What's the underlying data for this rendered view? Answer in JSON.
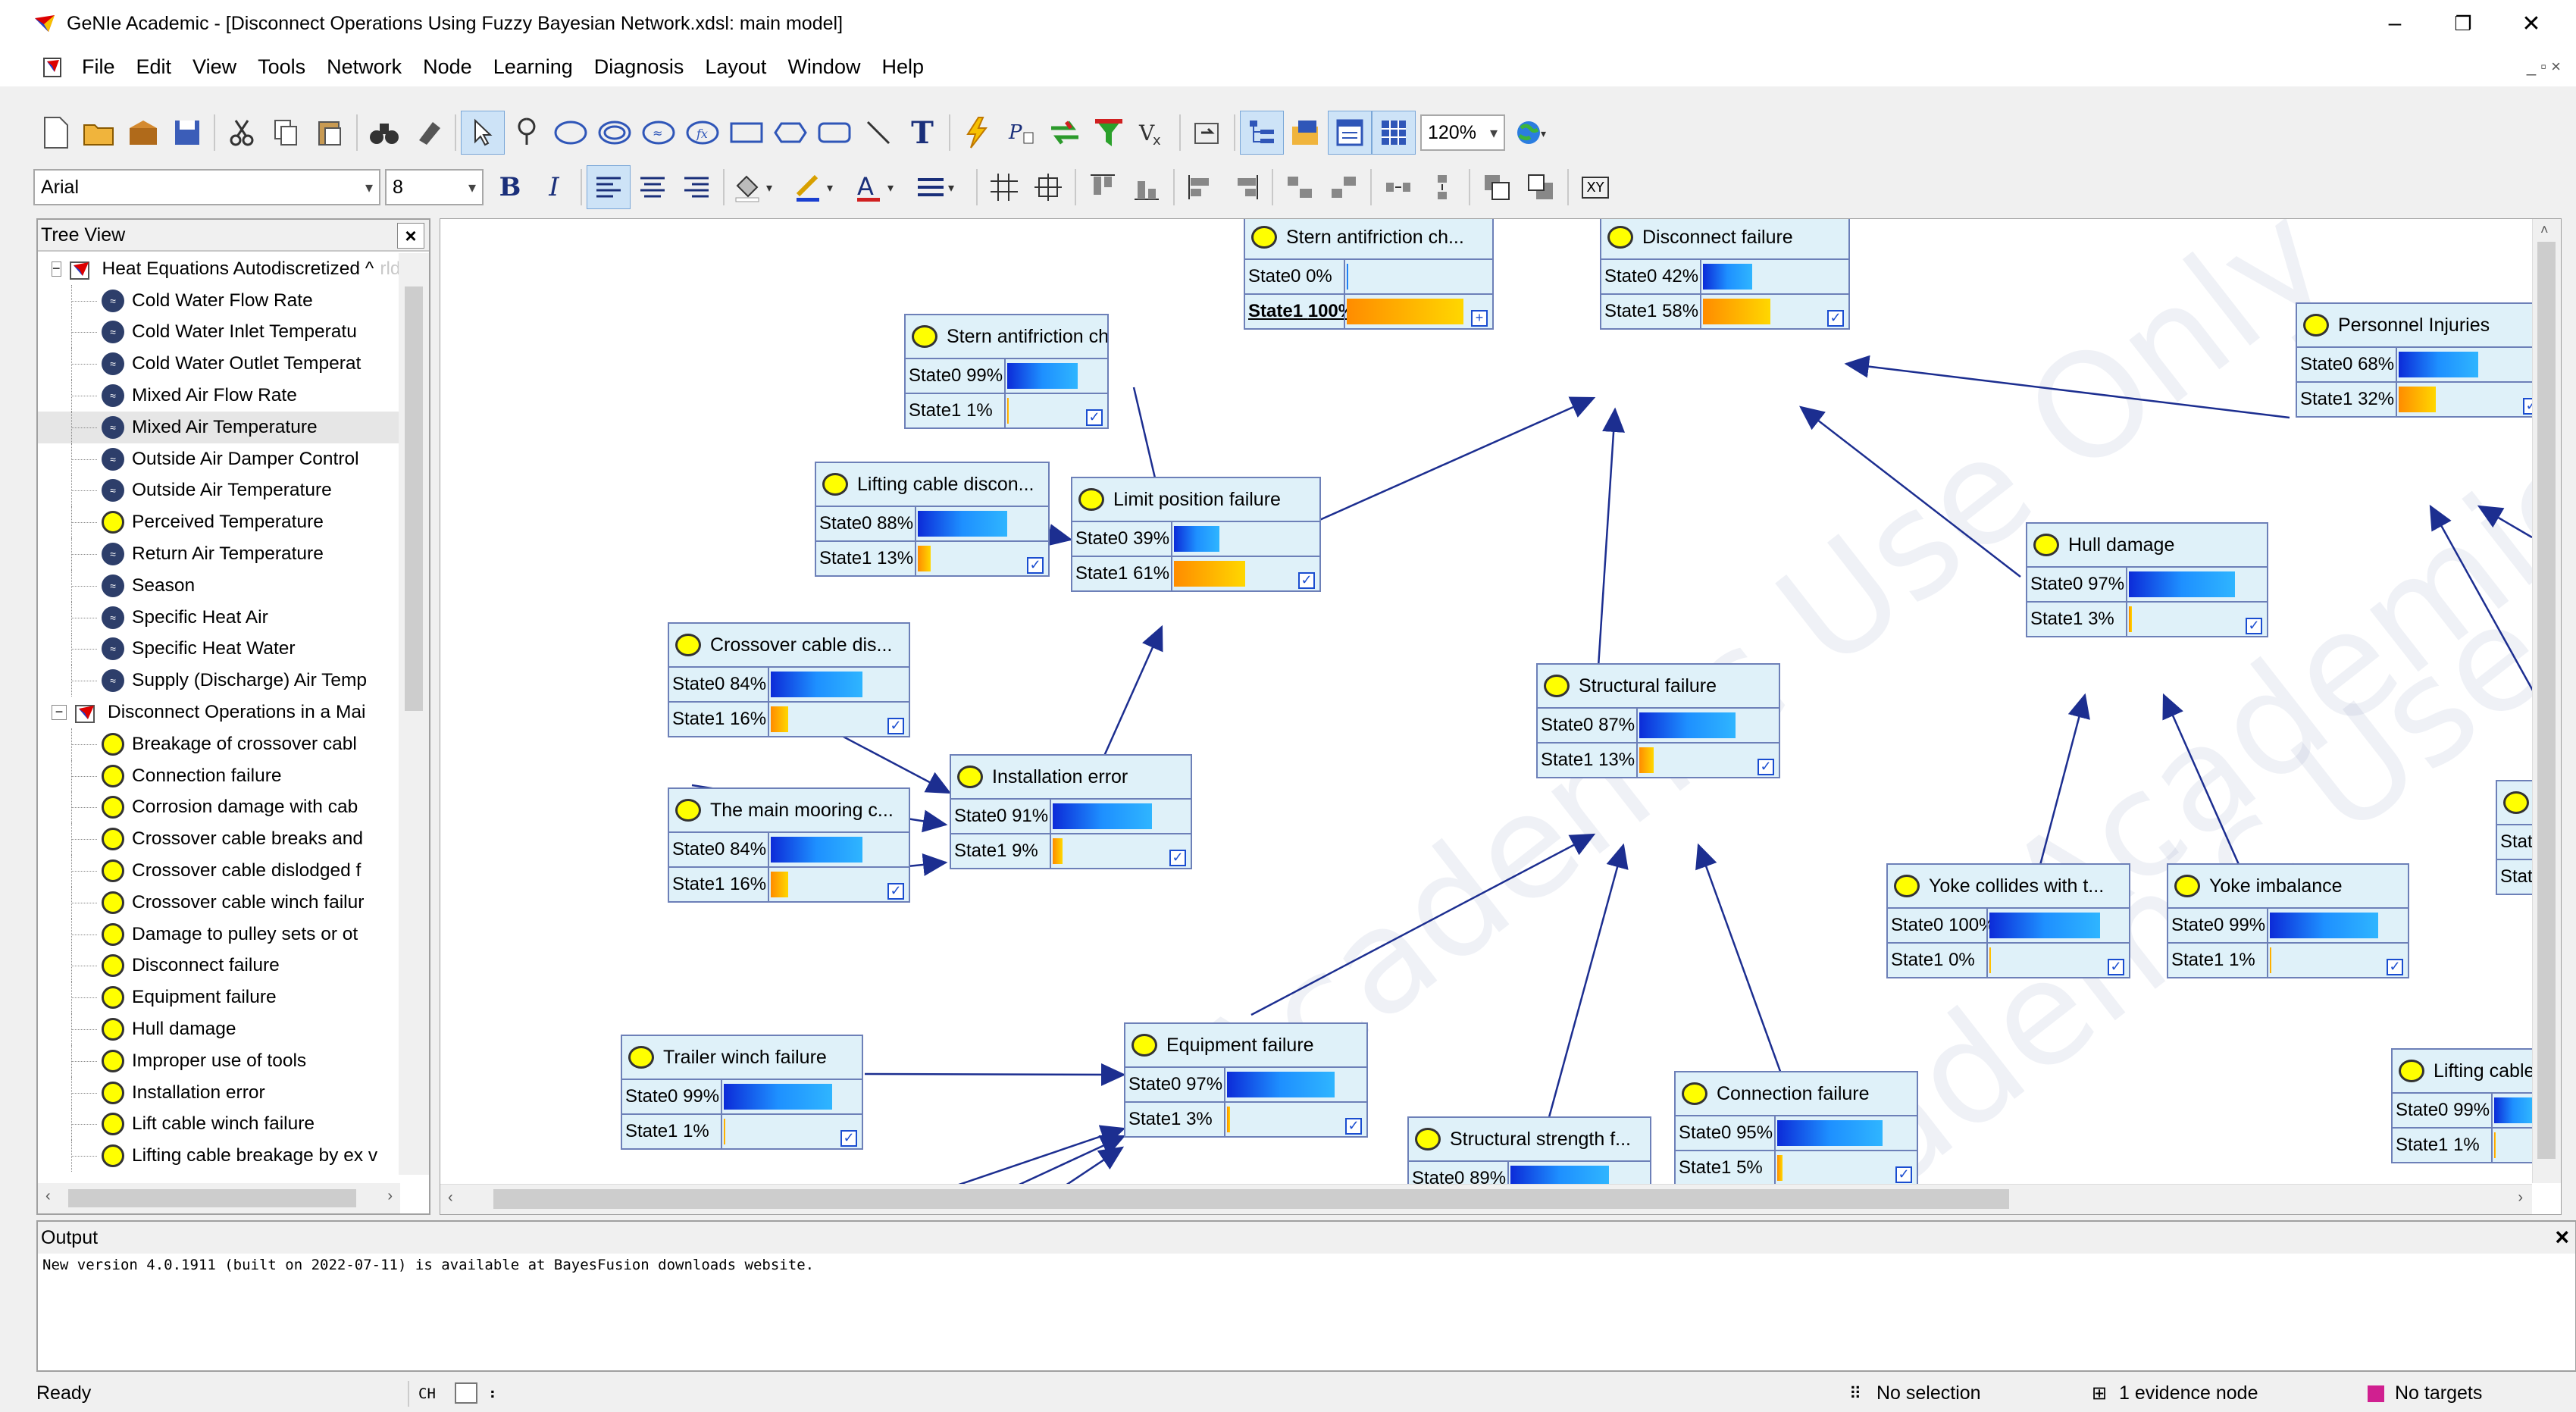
{
  "window": {
    "title": "GeNIe Academic - [Disconnect Operations  Using Fuzzy Bayesian Network.xdsl: main model]",
    "minimize": "–",
    "restore": "❐",
    "close": "✕",
    "mdi_controls": "_ ▫ ×"
  },
  "menu": [
    "File",
    "Edit",
    "View",
    "Tools",
    "Network",
    "Node",
    "Learning",
    "Diagnosis",
    "Layout",
    "Window",
    "Help"
  ],
  "toolbar": {
    "zoom": "120%",
    "font": "Arial",
    "font_size": "8",
    "bold": "B",
    "italic": "I",
    "text_tool": "T",
    "xy": "XY"
  },
  "tree": {
    "header": "Tree View",
    "close": "×",
    "groups": [
      {
        "label": "Heat Equations Autodiscretized ^",
        "faded": "rld (Air Conditioning.xdsl)",
        "children": [
          {
            "label": "Cold Water Flow Rate",
            "icon": "blue"
          },
          {
            "label": "Cold Water Inlet Temperatu",
            "icon": "blue"
          },
          {
            "label": "Cold Water Outlet Temperat",
            "icon": "blue"
          },
          {
            "label": "Mixed Air Flow Rate",
            "icon": "blue"
          },
          {
            "label": "Mixed Air Temperature",
            "icon": "blue",
            "selected": true
          },
          {
            "label": "Outside Air Damper Control",
            "icon": "blue"
          },
          {
            "label": "Outside Air Temperature",
            "icon": "blue"
          },
          {
            "label": "Perceived Temperature",
            "icon": "yellow"
          },
          {
            "label": "Return Air Temperature",
            "icon": "blue"
          },
          {
            "label": "Season",
            "icon": "blue"
          },
          {
            "label": "Specific Heat Air",
            "icon": "blue"
          },
          {
            "label": "Specific Heat Water",
            "icon": "blue"
          },
          {
            "label": "Supply (Discharge) Air Temp",
            "icon": "blue"
          }
        ]
      },
      {
        "label": "Disconnect Operations in a Mai",
        "children": [
          {
            "label": "Breakage of crossover cabl",
            "icon": "yellow"
          },
          {
            "label": "Connection failure",
            "icon": "yellow"
          },
          {
            "label": "Corrosion damage with cab",
            "icon": "yellow"
          },
          {
            "label": "Crossover cable breaks and",
            "icon": "yellow"
          },
          {
            "label": "Crossover cable dislodged f",
            "icon": "yellow"
          },
          {
            "label": "Crossover cable winch failur",
            "icon": "yellow"
          },
          {
            "label": "Damage to pulley sets or ot",
            "icon": "yellow"
          },
          {
            "label": "Disconnect failure",
            "icon": "yellow"
          },
          {
            "label": "Equipment failure",
            "icon": "yellow"
          },
          {
            "label": "Hull damage",
            "icon": "yellow"
          },
          {
            "label": "Improper use of tools",
            "icon": "yellow"
          },
          {
            "label": "Installation error",
            "icon": "yellow"
          },
          {
            "label": "Lift cable winch failure",
            "icon": "yellow"
          },
          {
            "label": "Lifting cable breakage by ex v",
            "icon": "yellow"
          }
        ]
      }
    ]
  },
  "watermark": "Academic Use Only",
  "nodes": [
    {
      "id": "n1",
      "title": "Stern antifriction ch...",
      "states": [
        {
          "label": "State0",
          "pct": "0%",
          "v": 0.0
        },
        {
          "label": "State1",
          "pct": "100%",
          "v": 1.0,
          "evidence": true
        }
      ],
      "check": "+"
    },
    {
      "id": "n2",
      "title": "Stern antifriction ch...",
      "states": [
        {
          "label": "State0",
          "pct": "99%",
          "v": 0.99
        },
        {
          "label": "State1",
          "pct": "1%",
          "v": 0.01
        }
      ],
      "check": "✓"
    },
    {
      "id": "n3",
      "title": "Disconnect failure",
      "states": [
        {
          "label": "State0",
          "pct": "42%",
          "v": 0.42
        },
        {
          "label": "State1",
          "pct": "58%",
          "v": 0.58
        }
      ],
      "check": "✓"
    },
    {
      "id": "n4",
      "title": "Personnel Injuries",
      "states": [
        {
          "label": "State0",
          "pct": "68%",
          "v": 0.68
        },
        {
          "label": "State1",
          "pct": "32%",
          "v": 0.32
        }
      ],
      "check": "✓"
    },
    {
      "id": "n5",
      "title": "Limit position failure",
      "states": [
        {
          "label": "State0",
          "pct": "39%",
          "v": 0.39
        },
        {
          "label": "State1",
          "pct": "61%",
          "v": 0.61
        }
      ],
      "check": "✓"
    },
    {
      "id": "n6",
      "title": "Lifting cable discon...",
      "states": [
        {
          "label": "State0",
          "pct": "88%",
          "v": 0.88
        },
        {
          "label": "State1",
          "pct": "13%",
          "v": 0.13
        }
      ],
      "check": "✓"
    },
    {
      "id": "n7",
      "title": "Hull damage",
      "states": [
        {
          "label": "State0",
          "pct": "97%",
          "v": 0.97
        },
        {
          "label": "State1",
          "pct": "3%",
          "v": 0.03
        }
      ],
      "check": "✓"
    },
    {
      "id": "n8",
      "title": "Crossover cable dis...",
      "states": [
        {
          "label": "State0",
          "pct": "84%",
          "v": 0.84
        },
        {
          "label": "State1",
          "pct": "16%",
          "v": 0.16
        }
      ],
      "check": "✓"
    },
    {
      "id": "n9",
      "title": "Structural failure",
      "states": [
        {
          "label": "State0",
          "pct": "87%",
          "v": 0.87
        },
        {
          "label": "State1",
          "pct": "13%",
          "v": 0.13
        }
      ],
      "check": "✓"
    },
    {
      "id": "n10",
      "title": "Installation error",
      "states": [
        {
          "label": "State0",
          "pct": "91%",
          "v": 0.91
        },
        {
          "label": "State1",
          "pct": "9%",
          "v": 0.09
        }
      ],
      "check": "✓"
    },
    {
      "id": "n11",
      "title": "The main mooring c...",
      "states": [
        {
          "label": "State0",
          "pct": "84%",
          "v": 0.84
        },
        {
          "label": "State1",
          "pct": "16%",
          "v": 0.16
        }
      ],
      "check": "✓"
    },
    {
      "id": "n12",
      "title": "Yoke collides with t...",
      "states": [
        {
          "label": "State0",
          "pct": "100%",
          "v": 1.0
        },
        {
          "label": "State1",
          "pct": "0%",
          "v": 0.0
        }
      ],
      "check": "✓"
    },
    {
      "id": "n13",
      "title": "Yoke imbalance",
      "states": [
        {
          "label": "State0",
          "pct": "99%",
          "v": 0.99
        },
        {
          "label": "State1",
          "pct": "1%",
          "v": 0.01
        }
      ],
      "check": "✓"
    },
    {
      "id": "n14",
      "title": "S",
      "states": [
        {
          "label": "State0",
          "pct": "",
          "v": 0
        },
        {
          "label": "State1",
          "pct": "",
          "v": 0
        }
      ],
      "check": ""
    },
    {
      "id": "n15",
      "title": "Trailer winch failure",
      "states": [
        {
          "label": "State0",
          "pct": "99%",
          "v": 0.99
        },
        {
          "label": "State1",
          "pct": "1%",
          "v": 0.01
        }
      ],
      "check": "✓"
    },
    {
      "id": "n16",
      "title": "Equipment failure",
      "states": [
        {
          "label": "State0",
          "pct": "97%",
          "v": 0.97
        },
        {
          "label": "State1",
          "pct": "3%",
          "v": 0.03
        }
      ],
      "check": "✓"
    },
    {
      "id": "n17",
      "title": "Connection failure",
      "states": [
        {
          "label": "State0",
          "pct": "95%",
          "v": 0.95
        },
        {
          "label": "State1",
          "pct": "5%",
          "v": 0.05
        }
      ],
      "check": "✓"
    },
    {
      "id": "n18",
      "title": "Structural strength f...",
      "states": [
        {
          "label": "State0",
          "pct": "89%",
          "v": 0.89
        }
      ],
      "check": ""
    },
    {
      "id": "n19",
      "title": "Lifting cable c",
      "states": [
        {
          "label": "State0",
          "pct": "99%",
          "v": 0.99
        },
        {
          "label": "State1",
          "pct": "1%",
          "v": 0.01
        }
      ],
      "check": ""
    }
  ],
  "output": {
    "header": "Output",
    "close": "×",
    "message": "New version 4.0.1911 (built on 2022-07-11) is available at BayesFusion downloads website."
  },
  "status": {
    "ready": "Ready",
    "ime": "CH",
    "selection": "No selection",
    "evidence": "1 evidence node",
    "targets": "No targets"
  }
}
